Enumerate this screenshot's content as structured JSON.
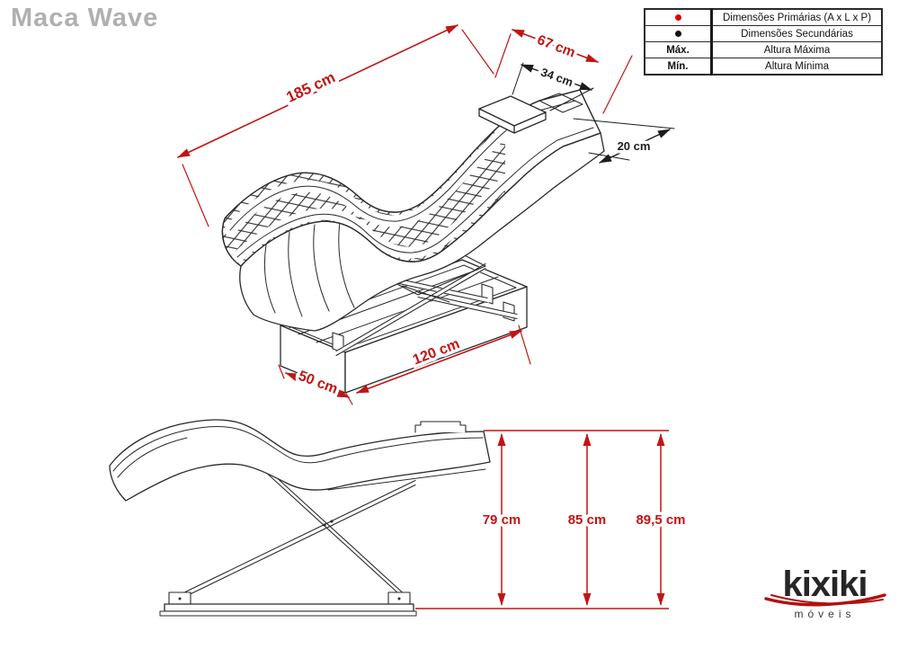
{
  "title": "Maca Wave",
  "legend": {
    "rows": [
      {
        "symbol": "",
        "symbol_type": "red-dot",
        "label": "Dimensões Primárias (A x L x P)"
      },
      {
        "symbol": "",
        "symbol_type": "black-dot",
        "label": "Dimensões Secundárias"
      },
      {
        "symbol": "Máx.",
        "symbol_type": "text",
        "label": "Altura Máxima"
      },
      {
        "symbol": "Mín.",
        "symbol_type": "text",
        "label": "Altura Mínima"
      }
    ]
  },
  "dims": {
    "length": "185 cm",
    "width": "67 cm",
    "headrest": "34 cm",
    "thickness": "20 cm",
    "base_length": "120 cm",
    "base_width": "50 cm",
    "h1": "79 cm",
    "h2": "85 cm",
    "h3": "89,5 cm"
  },
  "logo": {
    "name": "kixiki",
    "subtitle": "móveis"
  },
  "colors": {
    "primary_dimension_red": "#c21414",
    "secondary_dimension_black": "#1c1c1c",
    "title_gray": "#b0b0b0",
    "line_art": "#2a2a2a"
  }
}
